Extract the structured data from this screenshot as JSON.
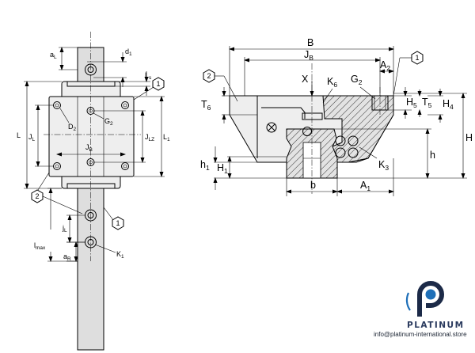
{
  "labels": {
    "front": {
      "aL": {
        "base": "a",
        "sub": "L"
      },
      "d1": {
        "base": "d",
        "sub": "1"
      },
      "Ls": {
        "base": "L",
        "sub": "s"
      },
      "D2": {
        "base": "D",
        "sub": "2"
      },
      "G2": {
        "base": "G",
        "sub": "2"
      },
      "L": {
        "base": "L",
        "sub": ""
      },
      "JL": {
        "base": "J",
        "sub": "L"
      },
      "JB": {
        "base": "J",
        "sub": "B"
      },
      "JLZ": {
        "base": "J",
        "sub": "LZ"
      },
      "L1": {
        "base": "L",
        "sub": "1"
      },
      "jL": {
        "base": "j",
        "sub": "L"
      },
      "lmax": {
        "base": "l",
        "sub": "max"
      },
      "aR": {
        "base": "a",
        "sub": "R"
      },
      "K1": {
        "base": "K",
        "sub": "1"
      },
      "callout1_top": "1",
      "callout2": "2",
      "callout1_bottom": "1"
    },
    "side": {
      "B": {
        "base": "B",
        "sub": ""
      },
      "JB": {
        "base": "J",
        "sub": "B"
      },
      "A2": {
        "base": "A",
        "sub": "2"
      },
      "X": {
        "base": "X",
        "sub": ""
      },
      "K6": {
        "base": "K",
        "sub": "6"
      },
      "G2": {
        "base": "G",
        "sub": "2"
      },
      "T6": {
        "base": "T",
        "sub": "6"
      },
      "H5": {
        "base": "H",
        "sub": "5"
      },
      "T5": {
        "base": "T",
        "sub": "5"
      },
      "H4": {
        "base": "H",
        "sub": "4"
      },
      "H": {
        "base": "H",
        "sub": ""
      },
      "h": {
        "base": "h",
        "sub": ""
      },
      "K3": {
        "base": "K",
        "sub": "3"
      },
      "h1": {
        "base": "h",
        "sub": "1"
      },
      "H1": {
        "base": "H",
        "sub": "1"
      },
      "b": {
        "base": "b",
        "sub": ""
      },
      "A1": {
        "base": "A",
        "sub": "1"
      },
      "callout1": "1",
      "callout2": "2"
    }
  },
  "logo": {
    "brand": "PLATINUM",
    "email": "info@platinum-international.store",
    "accent": "#1e6fb8",
    "dark": "#1c2a48"
  }
}
